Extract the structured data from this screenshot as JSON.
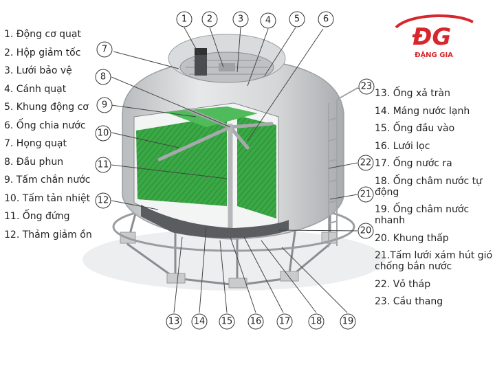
{
  "legend_left": [
    "1. Động cơ quạt",
    "2. Hộp giảm tốc",
    "3. Lưới bảo vệ",
    "4. Cánh quạt",
    "5. Khung động cơ",
    "6. Ống chia nước",
    "7. Họng quạt",
    "8. Đầu phun",
    "9. Tấm chắn nước",
    "10. Tấm tản nhiệt",
    "11. Ống đứng",
    "12. Thảm giảm ồn"
  ],
  "legend_right": [
    "13. Ống xả tràn",
    "14. Máng nước lạnh",
    "15. Ống đầu vào",
    "16. Lưới lọc",
    "17. Ống nước ra",
    "18. Ống châm nước tự động",
    "19. Ống châm nước nhanh",
    "20. Khung thấp",
    "21.Tấm lưới xám hút gió chống bắn nước",
    "22. Vỏ tháp",
    "23. Cầu thang"
  ],
  "callout_numbers": [
    "1",
    "2",
    "3",
    "4",
    "5",
    "6",
    "7",
    "8",
    "9",
    "10",
    "11",
    "12",
    "13",
    "14",
    "15",
    "16",
    "17",
    "18",
    "19",
    "20",
    "21",
    "22",
    "23"
  ],
  "logo": {
    "mark": "ĐG",
    "text": "ĐẶNG GIA",
    "color": "#d7262c"
  },
  "colors": {
    "fill_media": "#3aa845",
    "shell": "#d9dbdc",
    "frame": "#8a8d90"
  }
}
